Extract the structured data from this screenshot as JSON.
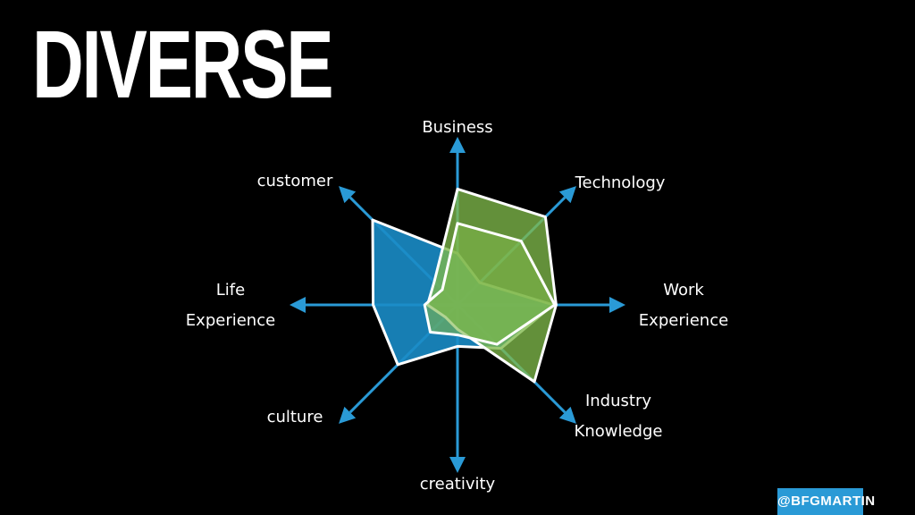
{
  "slide": {
    "title": "DIVERSE",
    "handle": "@BFGMARTIN"
  },
  "colors": {
    "background": "#000000",
    "axis": "#2a9ad6",
    "series_a_fill": "#1a8cc7",
    "series_b_fill": "#7fb84a",
    "outline": "#ffffff"
  },
  "chart_data": {
    "type": "radar",
    "axes": [
      {
        "key": "business",
        "label_lines": [
          "Business"
        ]
      },
      {
        "key": "technology",
        "label_lines": [
          "Technology"
        ]
      },
      {
        "key": "work",
        "label_lines": [
          "Work",
          "Experience"
        ]
      },
      {
        "key": "industry",
        "label_lines": [
          "Industry",
          "Knowledge"
        ]
      },
      {
        "key": "creativity",
        "label_lines": [
          "creativity"
        ]
      },
      {
        "key": "culture",
        "label_lines": [
          "culture"
        ]
      },
      {
        "key": "life",
        "label_lines": [
          "Life",
          "Experience"
        ]
      },
      {
        "key": "customer",
        "label_lines": [
          "customer"
        ]
      }
    ],
    "series": [
      {
        "values": [
          0.36,
          0.22,
          0.67,
          0.43,
          0.29,
          0.59,
          0.59,
          0.84
        ]
      },
      {
        "values": [
          0.81,
          0.87,
          0.69,
          0.76,
          0.17,
          0.12,
          0.21,
          0.23
        ]
      },
      {
        "values": [
          0.57,
          0.63,
          0.68,
          0.39,
          0.21,
          0.27,
          0.23,
          0.15
        ]
      }
    ],
    "grid": false,
    "legend": false
  }
}
